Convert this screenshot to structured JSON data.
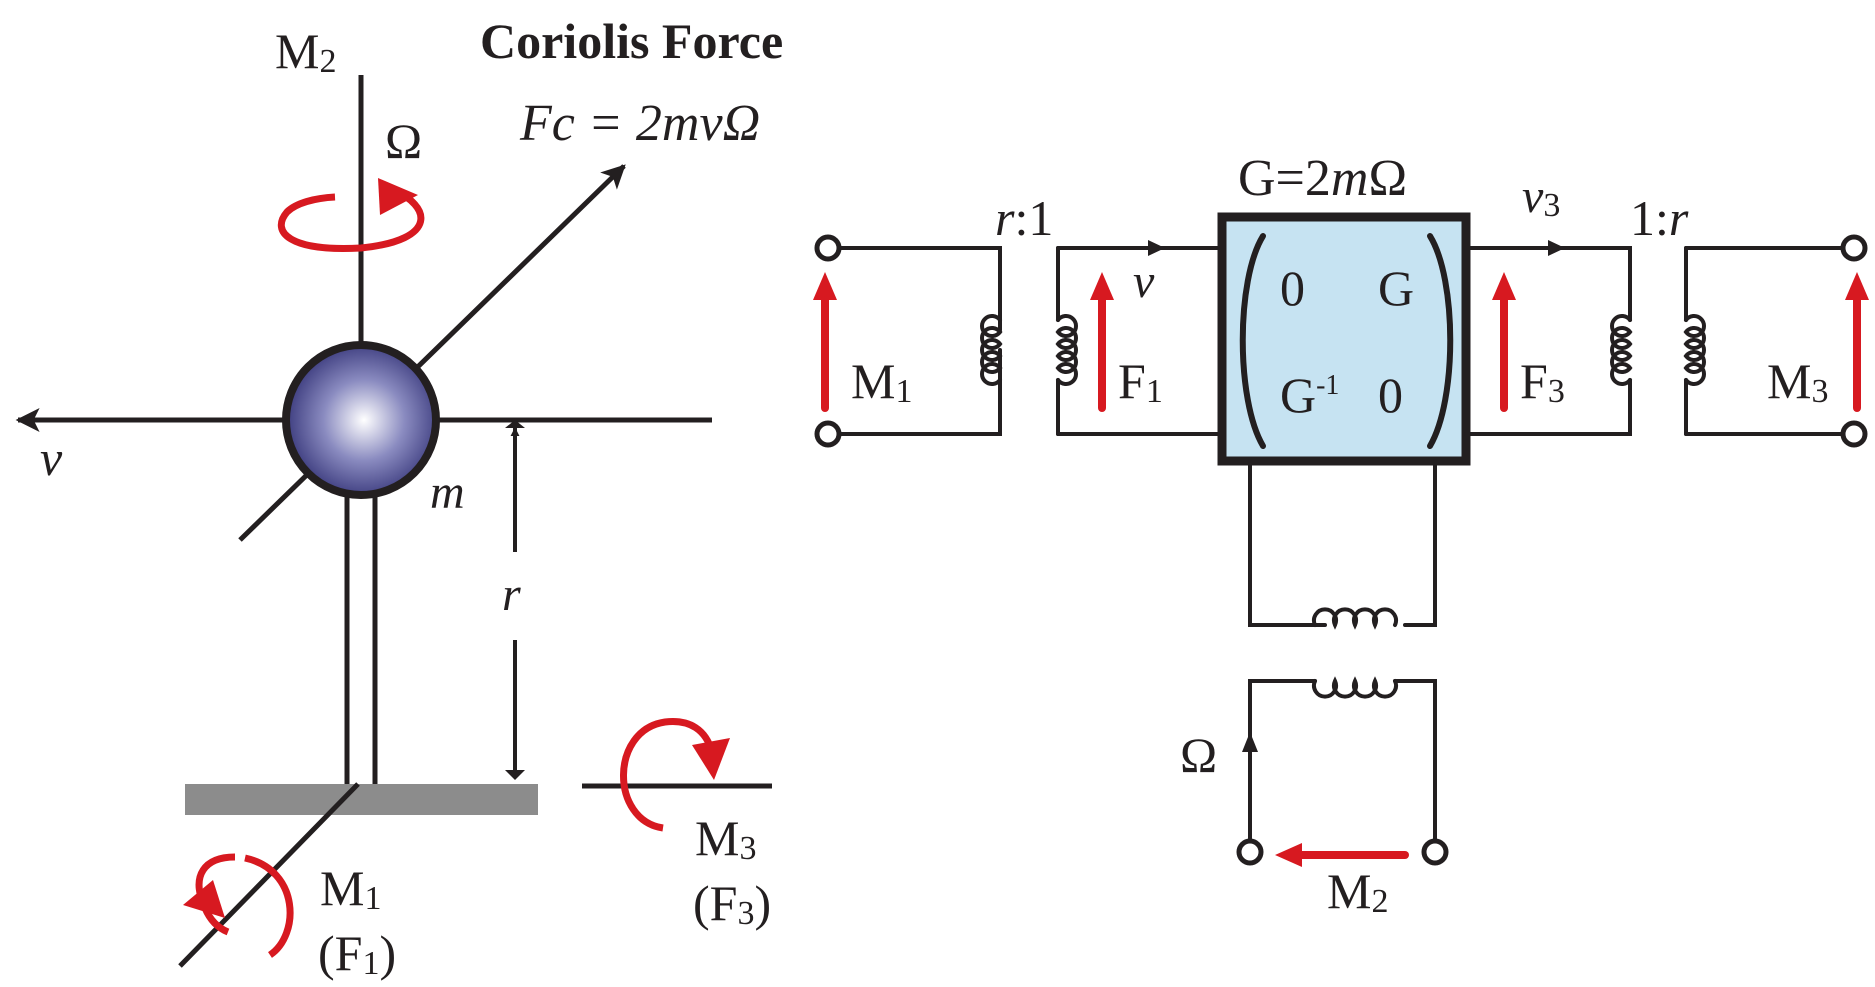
{
  "colors": {
    "ink": "#231f20",
    "red": "#d71920",
    "ground": "#8c8c8c",
    "gyrator_fill": "#c6e3f2",
    "ball_center": "#ffffff",
    "ball_edge": "#24236a"
  },
  "physical": {
    "title": "Coriolis Force",
    "formula": "Fc = 2mvΩ",
    "axis_top_label": "M",
    "axis_top_sub": "2",
    "omega": "Ω",
    "velocity": "v",
    "mass": "m",
    "radius": "r",
    "m1_label": "M",
    "m1_sub": "1",
    "f1_label": "(F",
    "f1_sub": "1",
    "f1_close": ")",
    "m3_label": "M",
    "m3_sub": "3",
    "f3_label": "(F",
    "f3_sub": "3",
    "f3_close": ")"
  },
  "circuit": {
    "gyrator_label": "G=2mΩ",
    "matrix": {
      "a11": "0",
      "a12": "G",
      "a21": "G",
      "a21_sup": "-1",
      "a22": "0"
    },
    "left_ratio_r": "r",
    "left_ratio_rest": ":1",
    "right_ratio_rest": "1:",
    "right_ratio_r": "r",
    "v_left": "v",
    "v3": "v",
    "v3_sub": "3",
    "m1": "M",
    "m1_sub": "1",
    "f1": "F",
    "f1_sub": "1",
    "f3": "F",
    "f3_sub": "3",
    "m3": "M",
    "m3_sub": "3",
    "omega": "Ω",
    "m2": "M",
    "m2_sub": "2"
  }
}
